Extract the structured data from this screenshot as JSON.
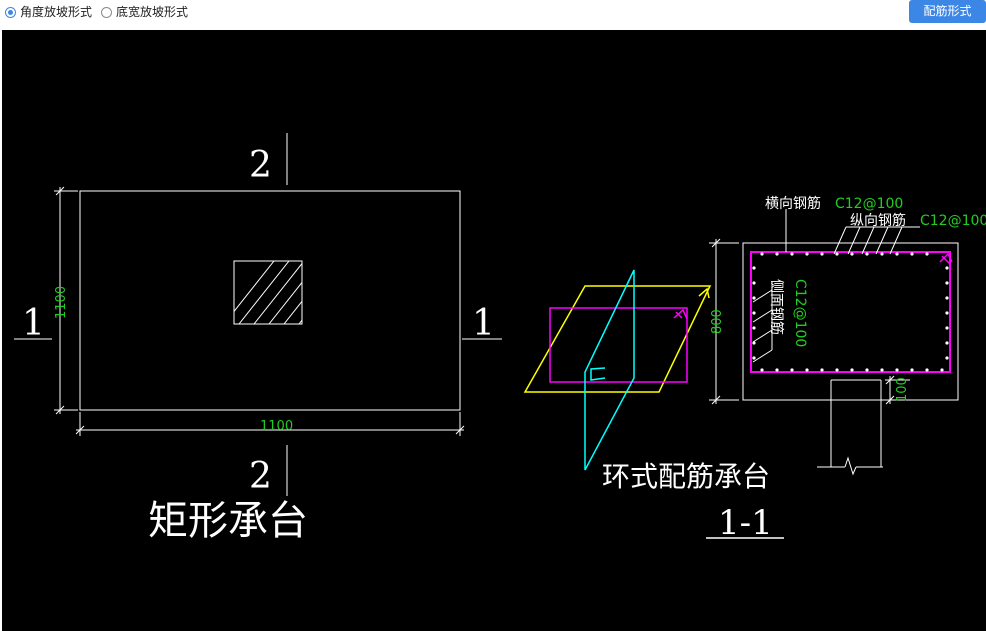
{
  "toolbar": {
    "radio_options": [
      {
        "label": "角度放坡形式",
        "checked": true
      },
      {
        "label": "底宽放坡形式",
        "checked": false
      }
    ],
    "config_button_label": "配筋形式"
  },
  "drawing": {
    "colors": {
      "background": "#000000",
      "line": "#ffffff",
      "dimension": "#22cc22",
      "rebar": "#ff00ff",
      "plane_yellow": "#ffff00",
      "plane_cyan": "#00ffff"
    },
    "rect_cap": {
      "caption": "矩形承台",
      "width_dim": "1100",
      "height_dim": "1100",
      "section_top": "2",
      "section_bottom": "2",
      "section_left": "1",
      "section_right": "1"
    },
    "ring_cap": {
      "caption": "环式配筋承台",
      "section_title": "1-1",
      "transverse_label": "横向钢筋",
      "transverse_spec": "C12@100",
      "longitudinal_label": "纵向钢筋",
      "longitudinal_spec": "C12@100",
      "side_label": "侧面钢筋",
      "side_spec": "C12@100",
      "height_dim": "800",
      "cover_dim": "100"
    }
  }
}
